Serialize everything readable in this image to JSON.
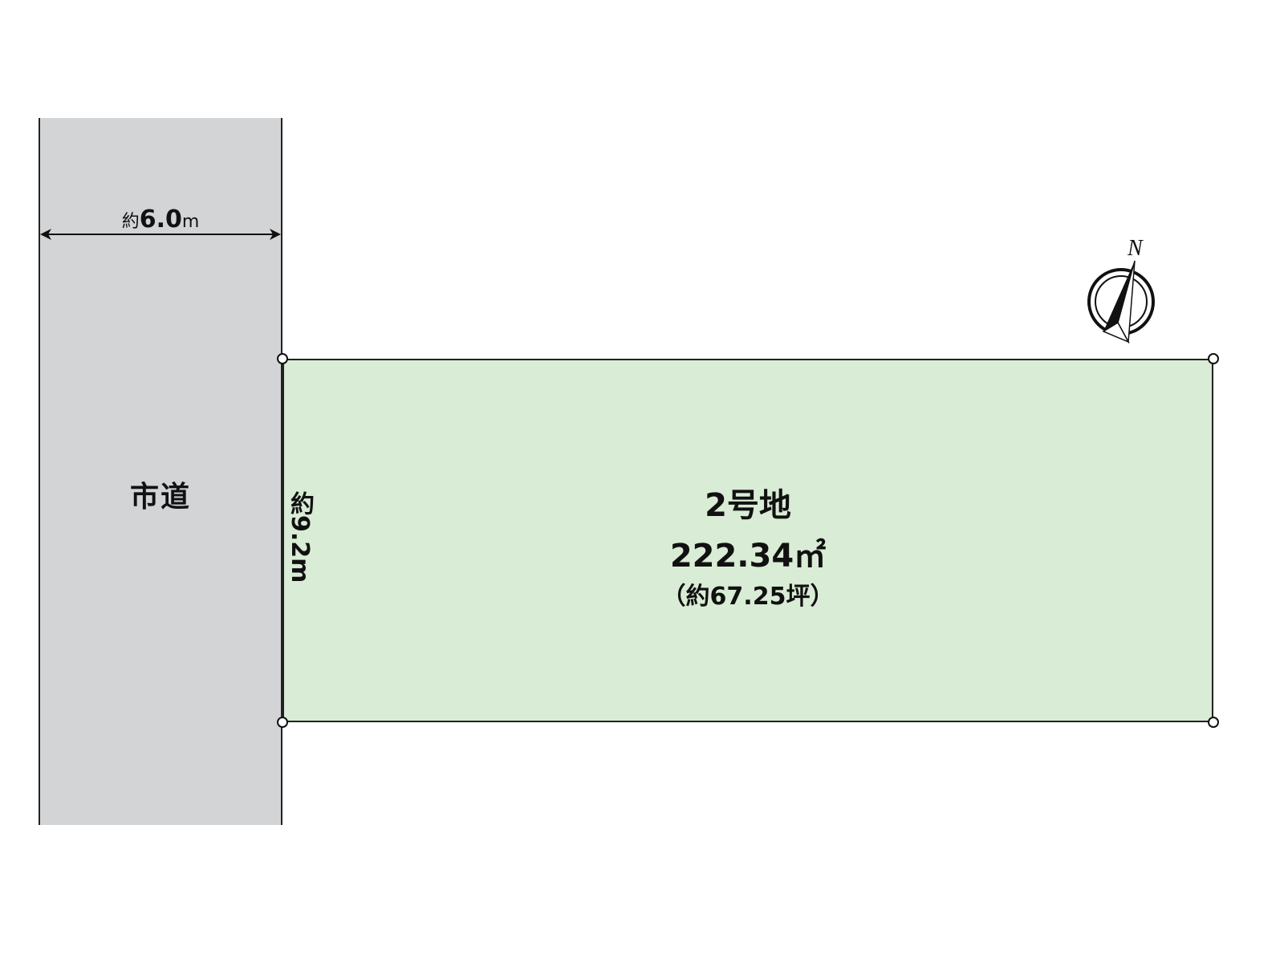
{
  "road": {
    "label": "市道",
    "width_label_prefix": "約",
    "width_value": "6.0",
    "width_unit": "m",
    "color": "#d3d4d6"
  },
  "lot": {
    "name": "2号地",
    "area": "222.34㎡",
    "tsubo": "（約67.25坪）",
    "depth_label": "約9.2m",
    "color": "#d9ecd5"
  },
  "compass": {
    "label": "N",
    "icon": "north-arrow-icon"
  }
}
